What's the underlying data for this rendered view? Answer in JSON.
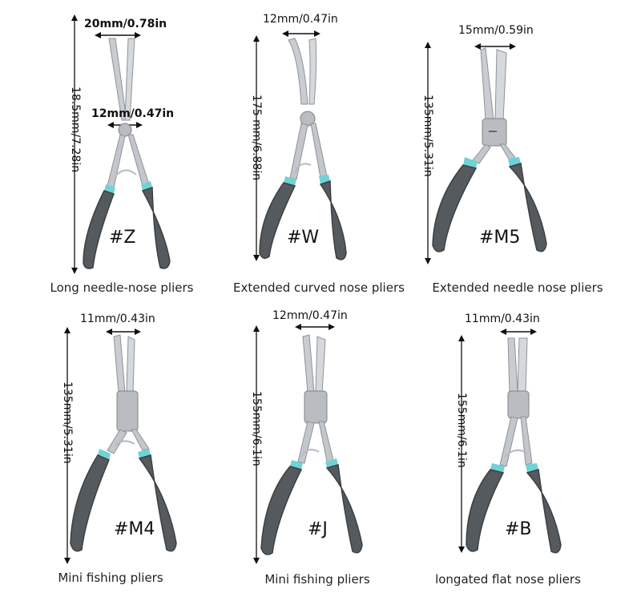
{
  "products": [
    {
      "code": "#Z",
      "caption": "Long needle-nose pliers",
      "top_dim": "20mm/0.78in",
      "mid_dim": "12mm/0.47in",
      "length_dim": "18.5mm/7.28in"
    },
    {
      "code": "#W",
      "caption": "Extended curved nose pliers",
      "top_dim": "12mm/0.47in",
      "length_dim": "175 mm/6.88in"
    },
    {
      "code": "#M5",
      "caption": "Extended needle nose pliers",
      "top_dim": "15mm/0.59in",
      "length_dim": "135mm/5.31in"
    },
    {
      "code": "#M4",
      "caption": "Mini fishing pliers",
      "top_dim": "11mm/0.43in",
      "length_dim": "135mm/5.31in"
    },
    {
      "code": "#J",
      "caption": "Mini fishing pliers",
      "top_dim": "12mm/0.47in",
      "length_dim": "155mm/6.1in"
    },
    {
      "code": "#B",
      "caption": "longated flat nose pliers",
      "top_dim": "11mm/0.43in",
      "length_dim": "155mm/6.1in"
    }
  ],
  "colors": {
    "handle": "#555a5e",
    "handle_dark": "#3c4044",
    "accent": "#6fd3d6",
    "metal": "#c9cdd1",
    "metal_dark": "#8e9398",
    "arrow": "#111111"
  }
}
